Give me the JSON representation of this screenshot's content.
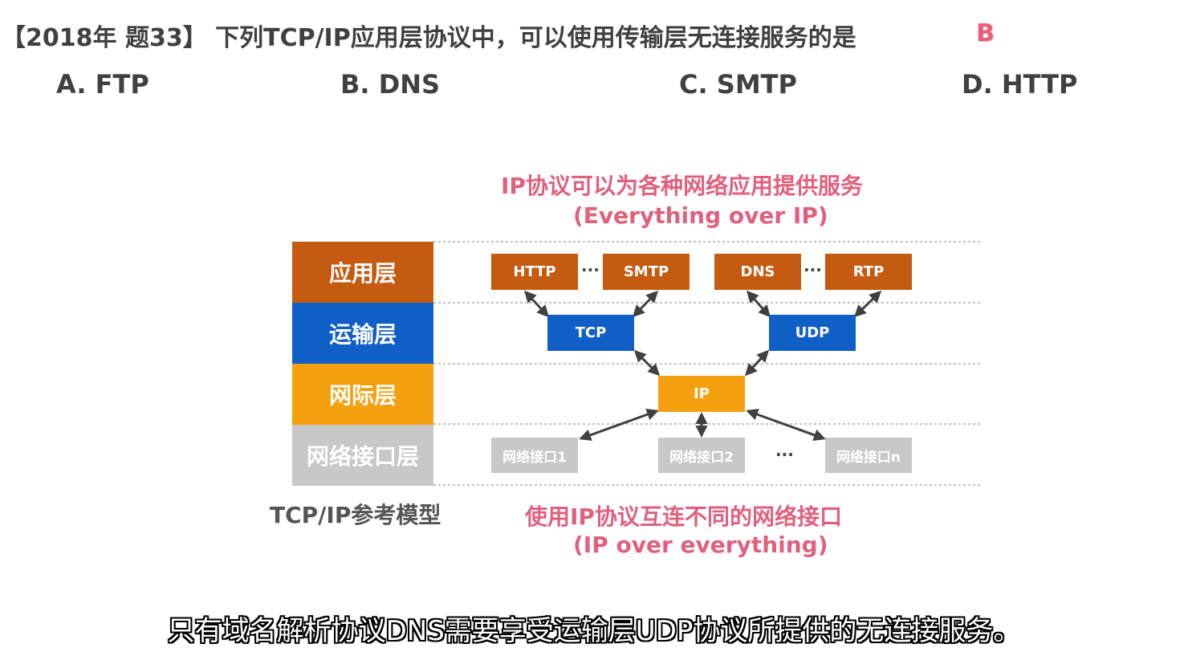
{
  "question": {
    "text": "【2018年 题33】 下列TCP/IP应用层协议中，可以使用传输层无连接服务的是",
    "answer": "B"
  },
  "options": [
    {
      "label": "A. FTP"
    },
    {
      "label": "B. DNS"
    },
    {
      "label": "C. SMTP"
    },
    {
      "label": "D. HTTP"
    }
  ],
  "diagram": {
    "top_caption_line1": "IP协议可以为各种网络应用提供服务",
    "top_caption_line2": "(Everything over IP)",
    "bottom_caption_line1": "使用IP协议互连不同的网络接口",
    "bottom_caption_line2": "(IP over everything)",
    "model_label": "TCP/IP参考模型",
    "layers": [
      {
        "name": "应用层",
        "color": "#c55a11"
      },
      {
        "name": "运输层",
        "color": "#0f5fc6"
      },
      {
        "name": "网际层",
        "color": "#f5a00f"
      },
      {
        "name": "网络接口层",
        "color": "#c8c8c8"
      }
    ],
    "app_protocols": [
      "HTTP",
      "SMTP",
      "DNS",
      "RTP"
    ],
    "transport_protocols": [
      "TCP",
      "UDP"
    ],
    "network_protocol": "IP",
    "interfaces": [
      "网络接口1",
      "网络接口2",
      "网络接口n"
    ],
    "ellipsis": "···"
  },
  "subtitle": "只有域名解析协议DNS需要享受运输层UDP协议所提供的无连接服务。"
}
